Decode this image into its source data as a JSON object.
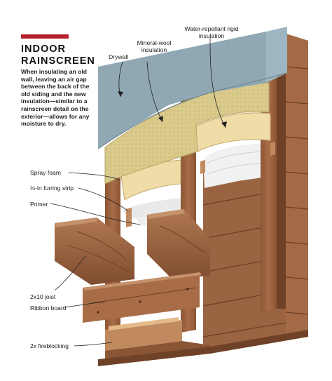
{
  "heading": {
    "title_line1": "INDOOR",
    "title_line2": "RAINSCREEN",
    "description": "When insulating an old wall, leaving an air gap between the back of the old siding and the new insulation—similar to a rainscreen detail on the exterior—allows for any moisture to dry.",
    "accent_color": "#b3202b"
  },
  "labels": {
    "drywall": "Drywall",
    "mineral_wool": "Mineral-wool insulation",
    "rigid": "Water-repellant rigid insulation",
    "spray_foam": "Spray foam",
    "furring": "½-in furring strip",
    "primer": "Primer",
    "joist": "2x10 joist",
    "ribbon": "Ribbon board",
    "fireblocking": "2x fireblocking"
  },
  "colors": {
    "drywall": "#8fa8b4",
    "mineral_wool": "#d8c98a",
    "rigid_foam": "#efdca6",
    "wood": "#a66a45",
    "wood_dark": "#7a4a2e",
    "primer": "#eeeeee"
  }
}
